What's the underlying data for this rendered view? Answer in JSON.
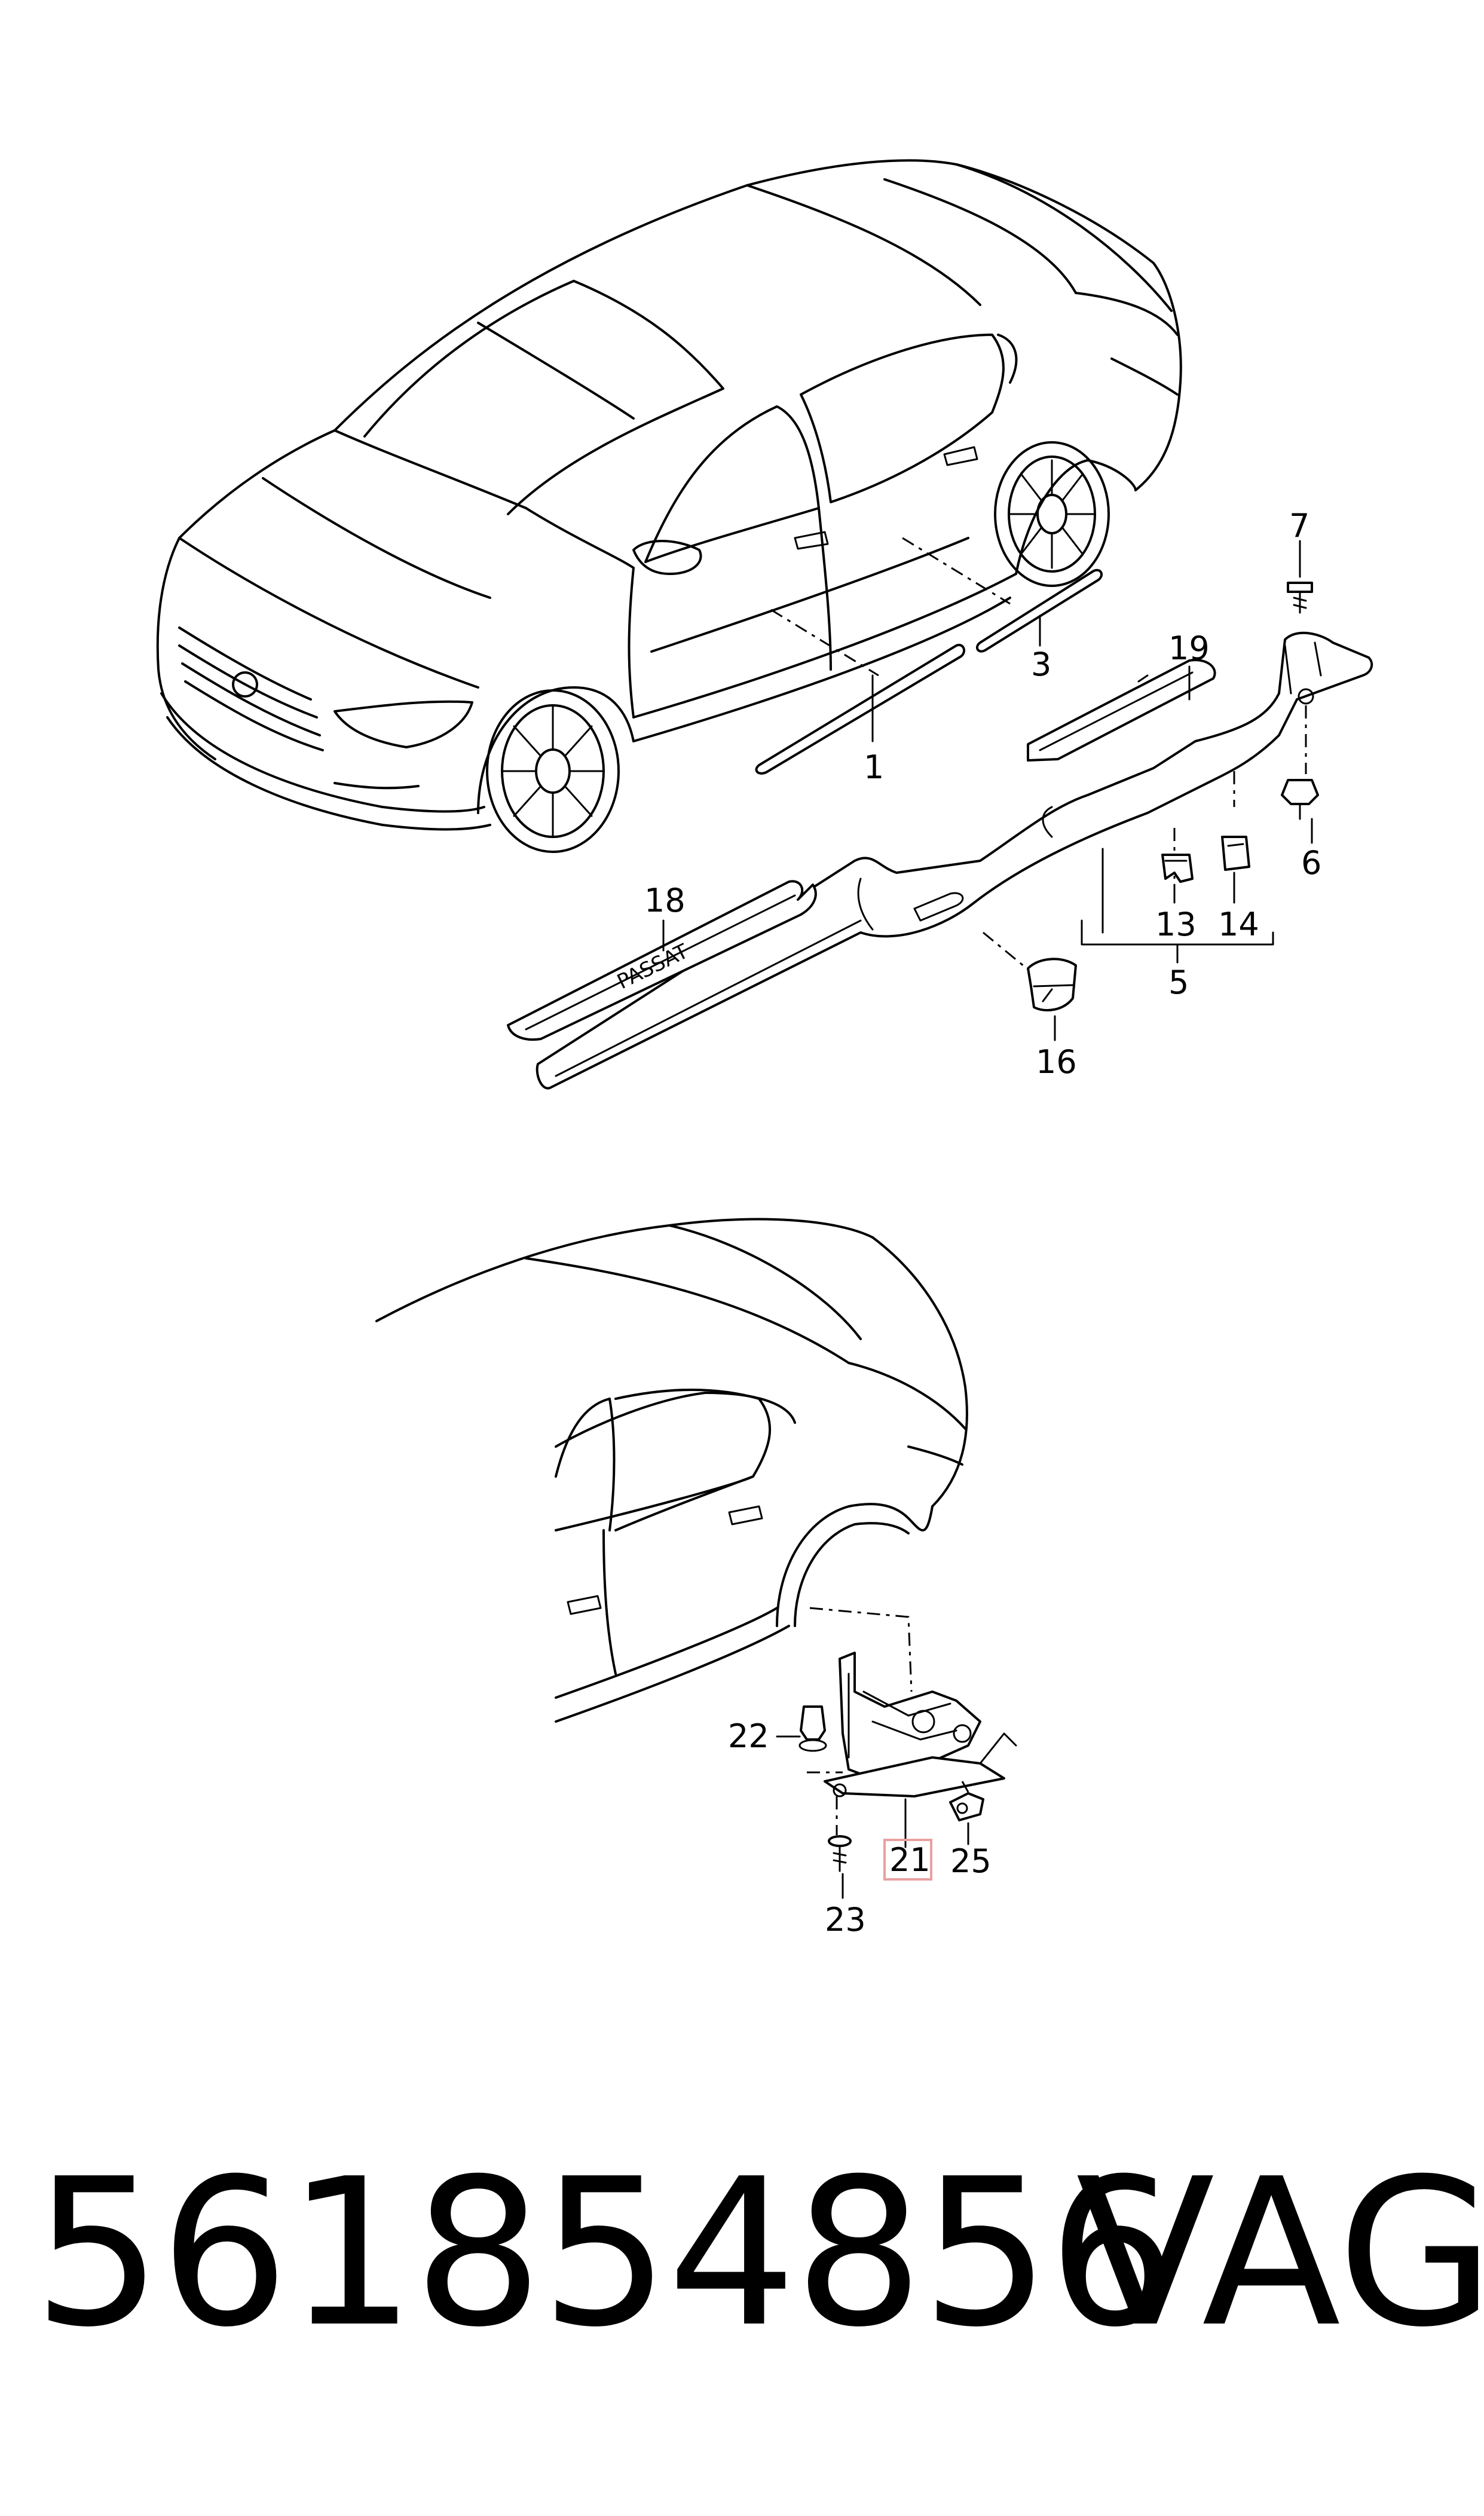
{
  "callouts": {
    "c1": "1",
    "c3": "3",
    "c5": "5",
    "c6": "6",
    "c7": "7",
    "c13": "13",
    "c14": "14",
    "c16": "16",
    "c18": "18",
    "c19": "19",
    "c21": "21",
    "c22": "22",
    "c23": "23",
    "c25": "25"
  },
  "highlight_color": "#e8a0a0",
  "sill_emblem": "PASSAT",
  "footer": {
    "part_number": "561854856",
    "brand": "VAG"
  }
}
